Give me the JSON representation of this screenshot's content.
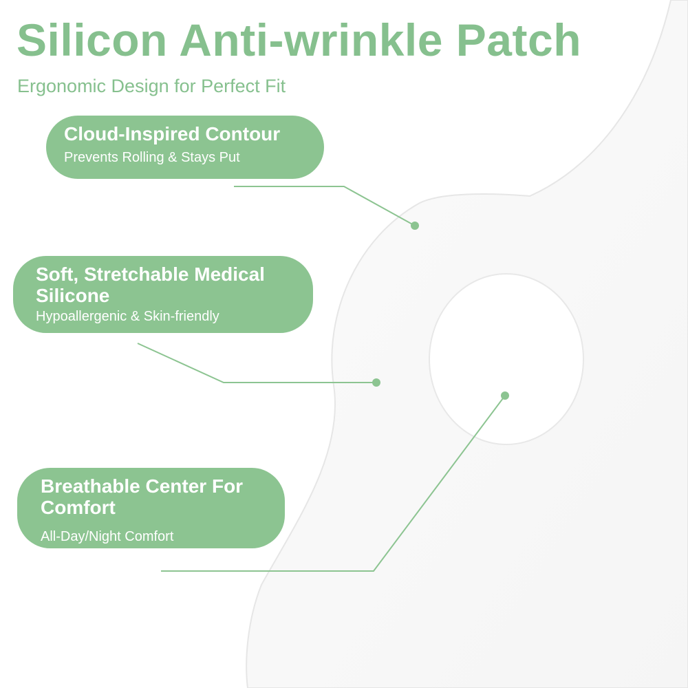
{
  "header": {
    "title": "Silicon Anti-wrinkle Patch",
    "subtitle": "Ergonomic Design for Perfect Fit"
  },
  "callouts": [
    {
      "title": "Cloud-Inspired Contour",
      "description": "Prevents Rolling & Stays Put"
    },
    {
      "title": "Soft, Stretchable Medical Silicone",
      "description": "Hypoallergenic & Skin-friendly"
    },
    {
      "title": "Breathable Center For Comfort",
      "description": "All-Day/Night Comfort"
    }
  ],
  "colors": {
    "accent": "#8cc491",
    "title_text": "#86c08e",
    "pill_text": "#ffffff",
    "patch_outline": "#e6e6e6"
  }
}
